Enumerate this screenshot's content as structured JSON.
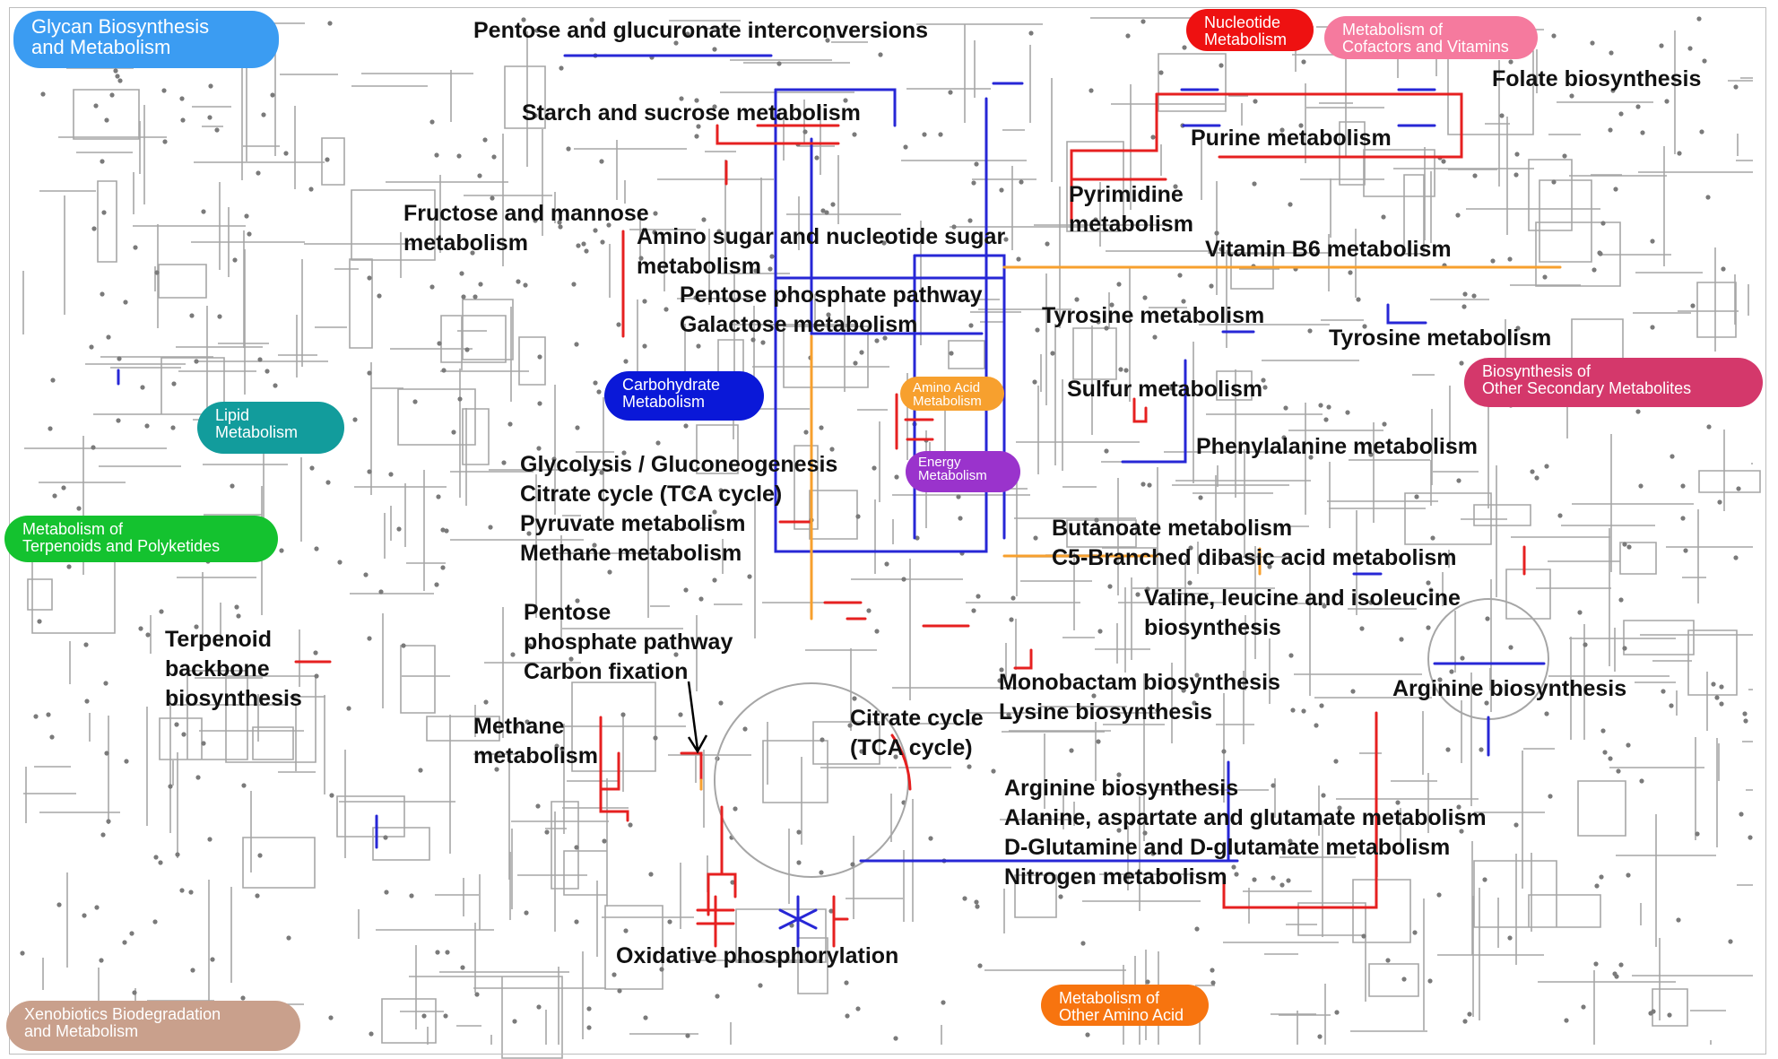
{
  "categories": [
    {
      "id": "glycan",
      "text": "Glycan Biosynthesis\nand Metabolism",
      "color": "#3b9cf2"
    },
    {
      "id": "nucleotide",
      "text": "Nucleotide\nMetabolism",
      "color": "#ee1111"
    },
    {
      "id": "cofactors",
      "text": "Metabolism of\nCofactors and Vitamins",
      "color": "#f57a9e"
    },
    {
      "id": "carbohydrate",
      "text": "Carbohydrate\nMetabolism",
      "color": "#0a18d8"
    },
    {
      "id": "amino-acid",
      "text": "Amino Acid\nMetabolism",
      "color": "#f7a02e"
    },
    {
      "id": "lipid",
      "text": "Lipid\nMetabolism",
      "color": "#129c9c"
    },
    {
      "id": "secondary",
      "text": "Biosynthesis of\nOther Secondary Metabolites",
      "color": "#d4386b"
    },
    {
      "id": "energy",
      "text": "Energy\nMetabolism",
      "color": "#9a33cc"
    },
    {
      "id": "terpenoids",
      "text": "Metabolism of\nTerpenoids and Polyketides",
      "color": "#14c22f"
    },
    {
      "id": "other-amino",
      "text": "Metabolism of\nOther Amino Acid",
      "color": "#f7740f"
    },
    {
      "id": "xenobiotics",
      "text": "Xenobiotics Biodegradation\nand Metabolism",
      "color": "#c9a08c"
    }
  ],
  "labels": [
    "Pentose and glucuronate interconversions",
    "Folate biosynthesis",
    "Starch and sucrose metabolism",
    "Purine metabolism",
    "Pyrimidine\nmetabolism",
    "Fructose and mannose\nmetabolism",
    "Amino sugar and nucleotide sugar\nmetabolism",
    "Vitamin B6 metabolism",
    "Pentose phosphate pathway\nGalactose metabolism",
    "Tyrosine metabolism",
    "Tyrosine metabolism",
    "Sulfur metabolism",
    "Phenylalanine metabolism",
    "Glycolysis / Gluconeogenesis\nCitrate cycle (TCA cycle)\nPyruvate metabolism\nMethane metabolism",
    "Butanoate metabolism\nC5-Branched dibasic acid metabolism",
    "Valine, leucine and isoleucine\nbiosynthesis",
    "Pentose\nphosphate pathway\nCarbon fixation",
    "Terpenoid\nbackbone\nbiosynthesis",
    "Monobactam biosynthesis\nLysine biosynthesis",
    "Arginine biosynthesis",
    "Methane\nmetabolism",
    "Citrate cycle\n(TCA cycle)",
    "Arginine biosynthesis\nAlanine, aspartate and glutamate metabolism\n D-Glutamine and D-glutamate metabolism\nNitrogen metabolism",
    "Oxidative phosphorylation"
  ],
  "colors": {
    "up": "#e62020",
    "down": "#2727d6",
    "orange": "#f7a02e",
    "background_pathway": "#9a9a9a"
  }
}
